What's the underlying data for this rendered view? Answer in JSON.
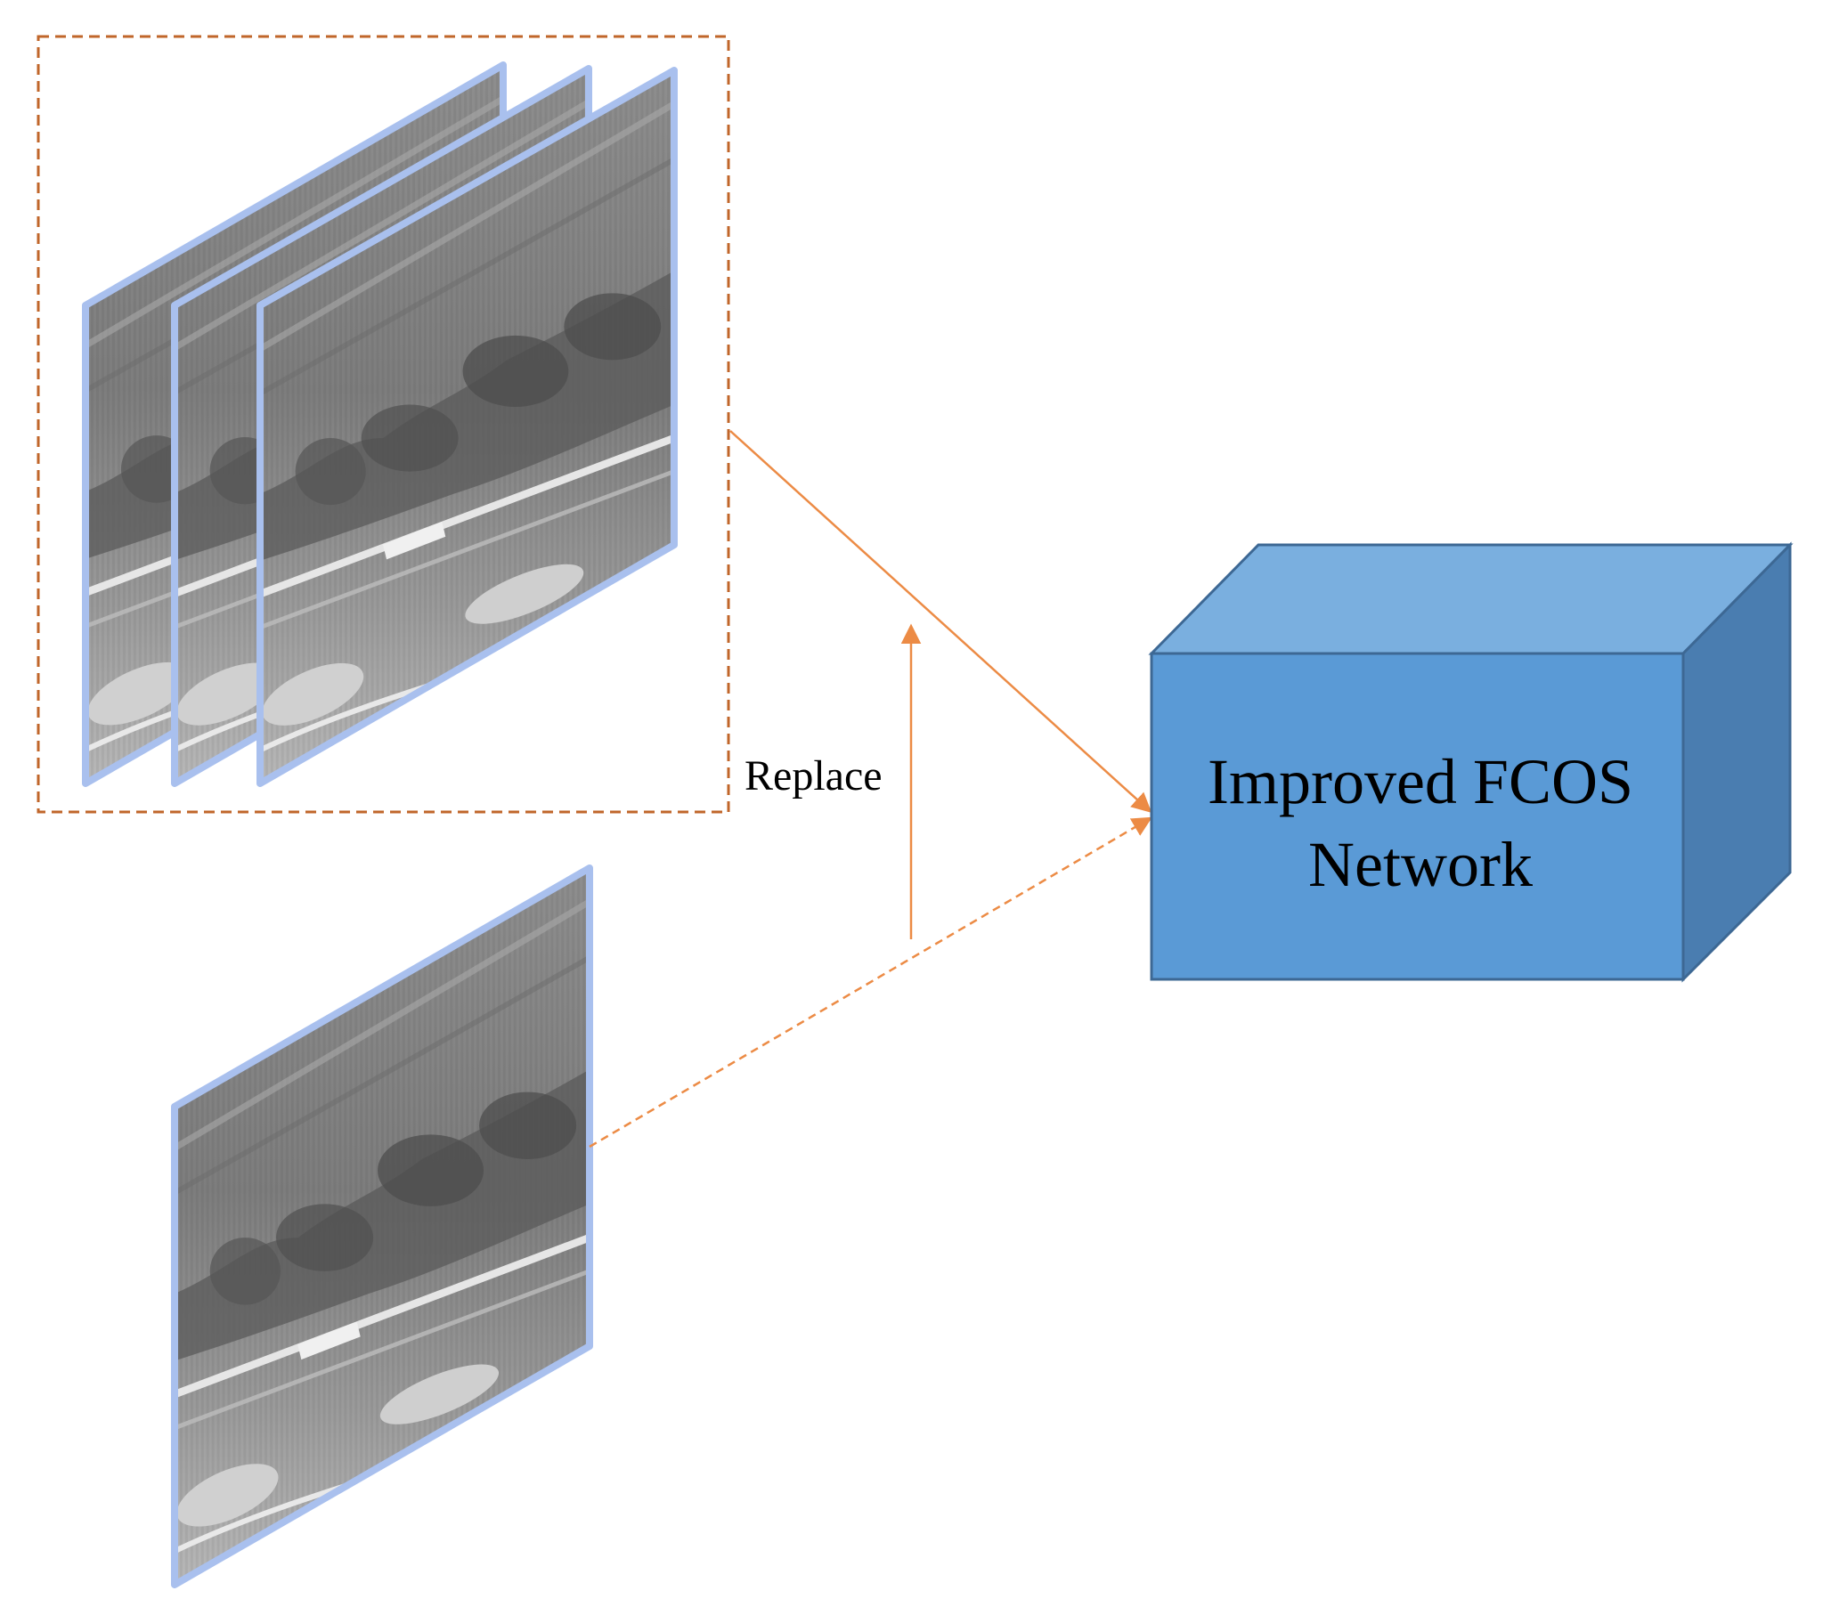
{
  "labels": {
    "replace": "Replace",
    "network_line1": "Improved FCOS",
    "network_line2": "Network"
  },
  "colors": {
    "frame_border": "#a9c0ee",
    "dashed_box": "#c0662a",
    "arrow": "#ec8b45",
    "box_front": "#5a9ad6",
    "box_top": "#7aafdf",
    "box_side": "#4a7db0",
    "box_edge": "#3d6894"
  },
  "icons": [
    "thermal-frame-icon",
    "arrowhead-icon"
  ]
}
